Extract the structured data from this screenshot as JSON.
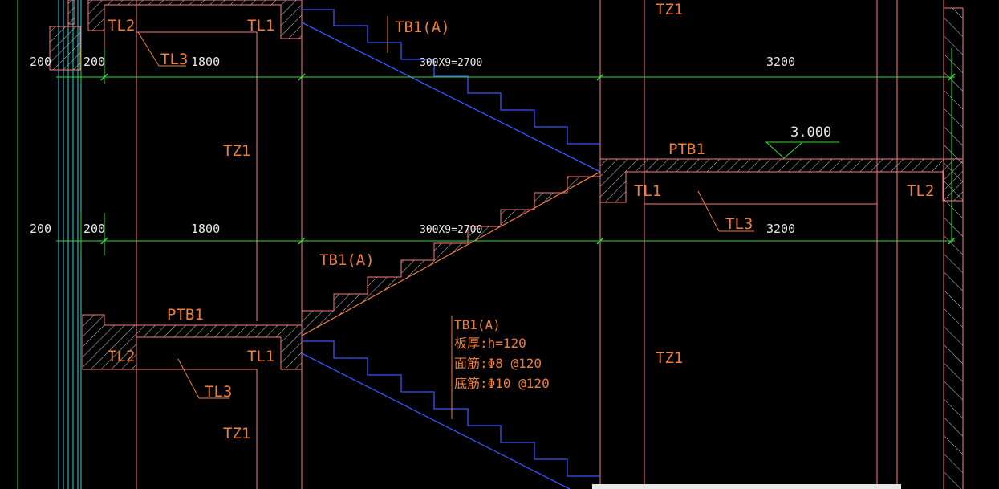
{
  "drawing": {
    "background": "#000000",
    "colors": {
      "outline": "#ff7a7a",
      "label": "#f07e3a",
      "dim_line": "#33dd33",
      "dim_text": "#e8e8e8",
      "stair_blue": "#3355ff",
      "wall_cyan": "#33d0e0",
      "hatch": "#cfcfcf"
    },
    "labels": {
      "tl2_top": "TL2",
      "tl1_top": "TL1",
      "tl3_top": "TL3",
      "tz1_top_right": "TZ1",
      "tb1_top": "TB1(A)",
      "tz1_mid_left": "TZ1",
      "ptb1_right": "PTB1",
      "tl1_mid_right": "TL1",
      "tl2_mid_right": "TL2",
      "tl3_mid_right": "TL3",
      "tb1_mid": "TB1(A)",
      "ptb1_left": "PTB1",
      "tl2_low": "TL2",
      "tl1_low": "TL1",
      "tl3_low": "TL3",
      "tz1_low_left": "TZ1",
      "tz1_low_right": "TZ1"
    },
    "dimensions": {
      "row1": {
        "d1": "200",
        "d2": "200",
        "d3": "1800",
        "d4": "300X9=2700",
        "d5": "3200"
      },
      "row2": {
        "d1": "200",
        "d2": "200",
        "d3": "1800",
        "d4": "300X9=2700",
        "d5": "3200"
      }
    },
    "elevation": "3.000",
    "note": {
      "title": "TB1(A)",
      "thickness": "板厚:h=120",
      "top_rebar": "面筋:Φ8 @120",
      "bottom_rebar": "底筋:Φ10 @120"
    }
  }
}
